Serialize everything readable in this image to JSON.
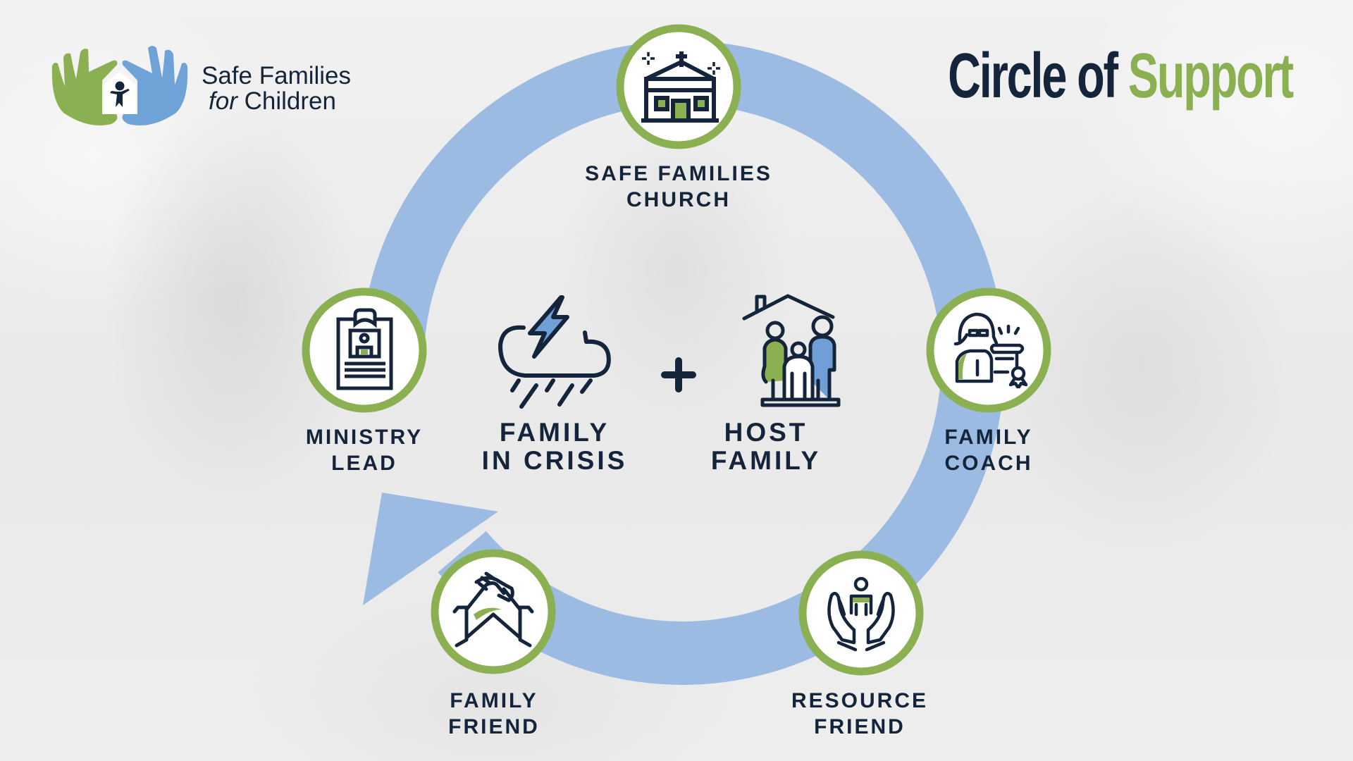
{
  "logo": {
    "line1": "Safe Families",
    "line2_italic": "for",
    "line2_rest": " Children",
    "colors": {
      "left_hand": "#8BB052",
      "right_hand": "#6FA3D8",
      "child": "#14243A"
    }
  },
  "title": {
    "part1": "Circle of ",
    "part2": "Support",
    "colors": {
      "part1": "#14243A",
      "part2": "#8BB052"
    }
  },
  "ring": {
    "color": "#9BBBE2",
    "direction": "clockwise-arrow-pointing-up-left"
  },
  "nodes": [
    {
      "id": "church",
      "icon": "church-icon",
      "label_lines": [
        "SAFE FAMILIES",
        "CHURCH"
      ]
    },
    {
      "id": "ministry-lead",
      "icon": "id-badge-icon",
      "label_lines": [
        "MINISTRY",
        "LEAD"
      ]
    },
    {
      "id": "family-coach",
      "icon": "coach-certificate-icon",
      "label_lines": [
        "FAMILY",
        "COACH"
      ]
    },
    {
      "id": "family-friend",
      "icon": "handshake-icon",
      "label_lines": [
        "FAMILY",
        "FRIEND"
      ]
    },
    {
      "id": "resource-friend",
      "icon": "caring-hands-icon",
      "label_lines": [
        "RESOURCE",
        "FRIEND"
      ]
    }
  ],
  "center": {
    "left": {
      "icon": "storm-cloud-icon",
      "label_lines": [
        "FAMILY",
        "IN CRISIS"
      ]
    },
    "operator": "+",
    "right": {
      "icon": "family-house-icon",
      "label_lines": [
        "HOST",
        "FAMILY"
      ]
    }
  },
  "colors": {
    "navy": "#14243A",
    "green": "#8BB052",
    "blue_icon": "#6F9FD6",
    "ring": "#9BBBE2",
    "node_fill": "#FFFFFF"
  }
}
